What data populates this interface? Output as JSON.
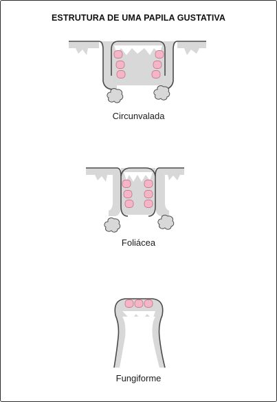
{
  "title": "ESTRUTURA DE UMA PAPILA GUSTATIVA",
  "papillae": [
    {
      "label": "Circunvalada"
    },
    {
      "label": "Foliácea"
    },
    {
      "label": "Fungiforme"
    }
  ],
  "colors": {
    "tissue": "#d8d8d8",
    "outline": "#4a4a4a",
    "taste_bud": "#f4b6c6",
    "taste_bud_outline": "#c97a90"
  }
}
